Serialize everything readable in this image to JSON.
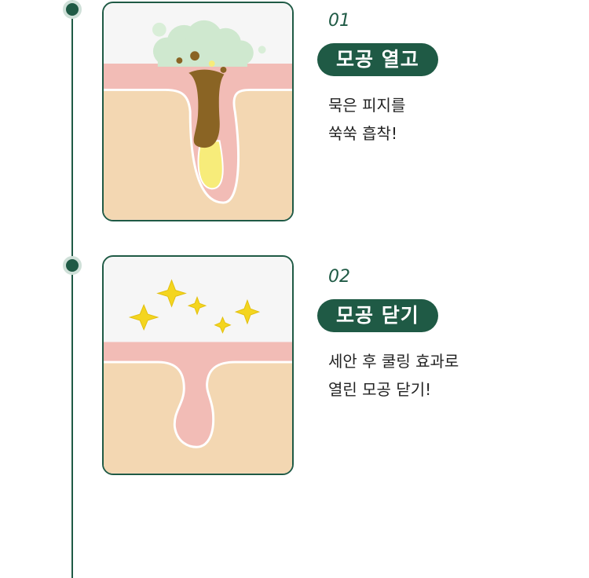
{
  "colors": {
    "accent": "#1f5a45",
    "skin": "#f3d7b2",
    "skin_top": "#f2bcb6",
    "sebum": "#8a6424",
    "foam": "#cfe8cf",
    "sparkle": "#f4d51f"
  },
  "steps": [
    {
      "number": "01",
      "title": "모공 열고",
      "desc": [
        "묵은 피지를",
        "쑥쑥 흡착!"
      ]
    },
    {
      "number": "02",
      "title": "모공 닫기",
      "desc": [
        "세안 후 쿨링 효과로",
        "열린 모공 닫기!"
      ]
    }
  ]
}
